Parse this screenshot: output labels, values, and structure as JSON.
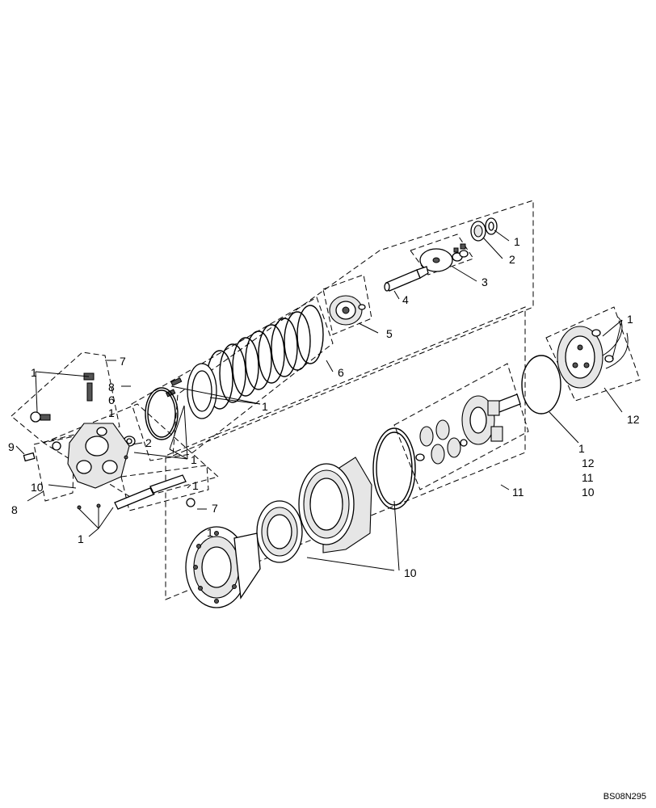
{
  "callouts": {
    "c1": "1",
    "c2": "2",
    "c3": "3",
    "c4": "4",
    "c5": "5",
    "c6": "6",
    "c7": "7",
    "c8": "8",
    "c9": "9",
    "c10": "10",
    "c11": "11",
    "c12": "12"
  },
  "stack_left": [
    "8",
    "6",
    "1"
  ],
  "stack_right": [
    "1",
    "12",
    "11",
    "10"
  ],
  "drawing_code": "BS08N295"
}
